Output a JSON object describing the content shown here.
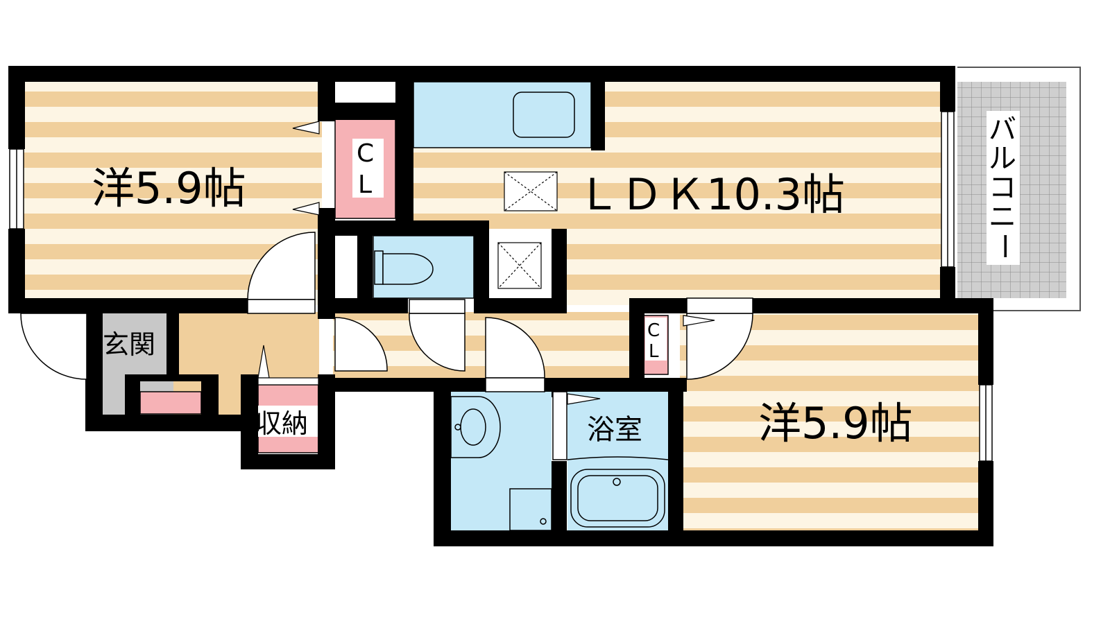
{
  "colors": {
    "wall": "#000000",
    "floor_stripe": "#f0cf9c",
    "floor_base": "#ffffff",
    "wet_area": "#c4e8f7",
    "storage": "#f6b2b6",
    "entry_floor": "#f0cf9c",
    "entry_tile": "#c8c8c8",
    "balcony": "#cccccc",
    "balcony_grid": "#8a8a8a"
  },
  "rooms": {
    "western_left": "洋5.9帖",
    "ldk": "ＬＤＫ10.3帖",
    "western_right": "洋5.9帖",
    "closet_top_line1": "C",
    "closet_top_line2": "L",
    "closet_small_line1": "C",
    "closet_small_line2": "L",
    "entrance": "玄関",
    "storage": "収納",
    "bathroom": "浴室",
    "balcony_chars": [
      "バ",
      "ル",
      "コ",
      "ニ",
      "ー"
    ]
  }
}
